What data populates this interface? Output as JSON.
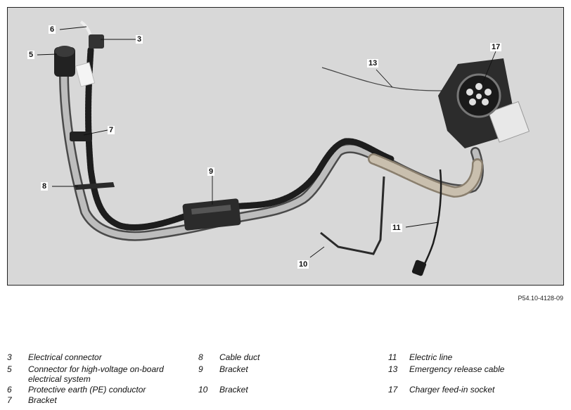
{
  "figure": {
    "reference_code": "P54.10-4128-09",
    "callouts": [
      {
        "id": "c6",
        "number": "6"
      },
      {
        "id": "c3",
        "number": "3"
      },
      {
        "id": "c5",
        "number": "5"
      },
      {
        "id": "c13",
        "number": "13"
      },
      {
        "id": "c17",
        "number": "17"
      },
      {
        "id": "c7",
        "number": "7"
      },
      {
        "id": "c9",
        "number": "9"
      },
      {
        "id": "c8",
        "number": "8"
      },
      {
        "id": "c11",
        "number": "11"
      },
      {
        "id": "c10",
        "number": "10"
      }
    ]
  },
  "legend": [
    {
      "number": "3",
      "text": "Electrical connector"
    },
    {
      "number": "5",
      "text": "Connector for high-voltage on-board electrical system"
    },
    {
      "number": "6",
      "text": "Protective earth (PE) conductor"
    },
    {
      "number": "7",
      "text": "Bracket"
    },
    {
      "number": "8",
      "text": "Cable duct"
    },
    {
      "number": "9",
      "text": "Bracket"
    },
    {
      "number": "10",
      "text": "Bracket"
    },
    {
      "number": "11",
      "text": "Electric line"
    },
    {
      "number": "13",
      "text": "Emergency release cable"
    },
    {
      "number": "17",
      "text": "Charger feed-in socket"
    }
  ]
}
